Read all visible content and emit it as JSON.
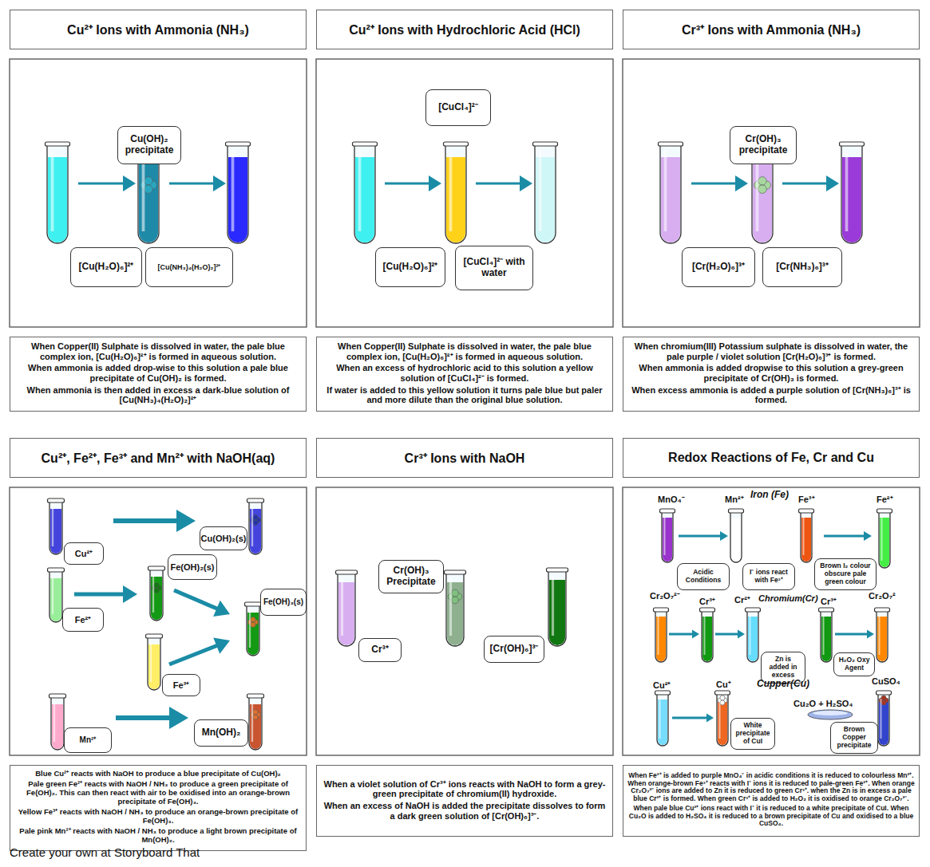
{
  "diagram": {
    "nodes": [
      {
        "text": [
          "Cu²⁺ Ions with Ammonia (NH₃)"
        ]
      },
      {
        "text": [
          "Cu²⁺ Ions with Hydrochloric Acid (HCl)"
        ]
      },
      {
        "text": [
          "Cr³⁺ Ions with Ammonia (NH₃)"
        ]
      },
      {
        "text": [
          "Cu(OH)₂ precipitate"
        ]
      },
      {
        "text": [
          "[Cu(H₂O)₆]²⁺"
        ]
      },
      {
        "text": [
          "[Cu(NH₃)₄(H₂O)₂]²⁺"
        ]
      },
      {
        "text": [
          "[CuCl₄]²⁻"
        ]
      },
      {
        "text": [
          "[Cu(H₂O)₆]²⁺"
        ]
      },
      {
        "text": [
          "[CuCl₄]²⁻ with water"
        ]
      },
      {
        "text": [
          "Cr(OH)₃ precipitate"
        ]
      },
      {
        "text": [
          "[Cr(H₂O)₆]³⁺"
        ]
      },
      {
        "text": [
          "[Cr(NH₃)₆]³⁺"
        ]
      },
      {
        "text": [
          "When Copper(II) Sulphate is dissolved in water, the pale blue complex ion, [Cu(H₂O)₆]²⁺ is formed in aqueous solution.",
          "When ammonia is added drop-wise to this solution a pale blue precipitate of Cu(OH)₂ is formed.",
          "When ammonia is then added in excess a dark-blue solution of [Cu(NH₃)₄(H₂O)₂]²⁺"
        ]
      },
      {
        "text": [
          "When Copper(II) Sulphate is dissolved in water, the pale blue complex ion, [Cu(H₂O)₆]²⁺ is formed in aqueous solution.",
          "When an excess of hydrochloric acid to this solution a yellow solution of [CuCl₄]²⁻ is formed.",
          "If water is added to this yellow solution it turns pale blue but paler and more dilute than the original blue solution."
        ]
      },
      {
        "text": [
          "When chromium(III) Potassium sulphate is dissolved in water, the pale purple / violet solution [Cr(H₂O)₆]³⁺ is formed.",
          "When ammonia is added dropwise to this solution a grey-green precipitate of Cr(OH)₃ is formed.",
          "When excess ammonia is added a purple solution of [Cr(NH₃)₆]³⁺ is formed."
        ]
      },
      {
        "text": [
          "Cu²⁺, Fe²⁺, Fe³⁺ and Mn²⁺ with NaOH(aq)"
        ]
      },
      {
        "text": [
          "Cr³⁺ Ions with NaOH"
        ]
      },
      {
        "text": [
          "Redox Reactions of Fe, Cr and Cu"
        ]
      },
      {
        "text": [
          "Cu²⁺"
        ]
      },
      {
        "text": [
          "Cu(OH)₂(s)"
        ]
      },
      {
        "text": [
          "Fe(OH)₂(s)"
        ]
      },
      {
        "text": [
          "Fe²⁺"
        ]
      },
      {
        "text": [
          "Fe(OH)₃(s)"
        ]
      },
      {
        "text": [
          "Fe³⁺"
        ]
      },
      {
        "text": [
          "Mn²⁺"
        ]
      },
      {
        "text": [
          "Mn(OH)₂"
        ]
      },
      {
        "text": [
          "Cr(OH)₃ Precipitate"
        ]
      },
      {
        "text": [
          "Cr³⁺"
        ]
      },
      {
        "text": [
          "[Cr(OH)₆]³⁻"
        ]
      },
      {
        "text": [
          "Acidic Conditions"
        ]
      },
      {
        "text": [
          "I⁻ ions react with Fe³⁺"
        ]
      },
      {
        "text": [
          "Brown I₂ colour obscure pale green colour"
        ]
      },
      {
        "text": [
          "Zn is added in excess"
        ]
      },
      {
        "text": [
          "H₂O₂ Oxy Agent"
        ]
      },
      {
        "text": [
          "White precipitate of CuI"
        ]
      },
      {
        "text": [
          "Brown Copper precipitate"
        ]
      },
      {
        "text": [
          "Blue Cu²⁺ reacts with NaOH to produce a blue precipitate of Cu(OH)₂",
          "Pale green Fe²⁺ reacts with NaOH / NH₃ to produce a green precipitate of Fe(OH)₂. This can then react with air to be oxidised into an orange-brown precipitate of Fe(OH)₃.",
          "Yellow Fe³⁺ reacts with NaOH / NH₃ to produce an orange-brown precipitate of Fe(OH)₃.",
          "Pale pink Mn²⁺ reacts with NaOH / NH₃ to produce a light brown precipitate of Mn(OH)₂."
        ]
      },
      {
        "text": [
          "When a violet solution of Cr³⁺ ions reacts with NaOH to form a grey-green precipitate of chromium(II) hydroxide.",
          "When an excess of NaOH is added the precipitate dissolves to form a dark green solution of [Cr(OH)₆]³⁻."
        ]
      },
      {
        "text": [
          "When Fe²⁺ is added to purple MnO₄⁻ in acidic conditions it is reduced to colourless Mn²⁺. When orange-brown Fe³⁺ reacts with I⁻ ions it is reduced to pale-green Fe²⁺. When orange Cr₂O₇²⁻ ions are added to Zn it is reduced to green Cr³⁺. when the Zn is in excess a pale blue Cr²⁺ is formed. When green Cr³⁺ is added to H₂O₂ it is oxidised to orange Cr₂O₇²⁻.",
          "When pale blue Cu²⁺ ions react with I⁻ it is reduced to a white precipitate of CuI. When Cu₂O is added to H₂SO₄ it is reduced to a brown precipitate of Cu and oxidised to a blue CuSO₄."
        ]
      }
    ],
    "labels": [
      "MnO₄⁻",
      "Mn²⁺",
      "Iron (Fe)",
      "Fe³⁺",
      "Fe²⁺",
      "Cr₂O₇²⁻",
      "Cr³⁺",
      "Cr²⁺",
      "Chromium(Cr)",
      "Cr³⁺",
      "Cr₂O₇²",
      "Cu²⁺",
      "Cu⁺",
      "Cupper(Cu)",
      "CuSO₄",
      "Cu₂O + H₂SO₄",
      "Create your own at Storyboard That"
    ]
  }
}
